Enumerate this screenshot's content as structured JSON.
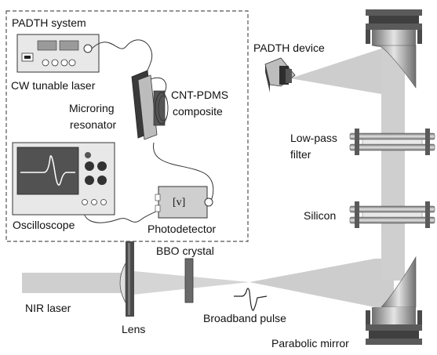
{
  "labels": {
    "padth_system": "PADTH system",
    "cw_laser": "CW tunable laser",
    "microring_1": "Microring",
    "microring_2": "resonator",
    "cnt_1": "CNT-PDMS",
    "cnt_2": "composite",
    "oscilloscope": "Oscilloscope",
    "photodetector": "Photodetector",
    "pd_symbol": "[v]",
    "padth_device": "PADTH device",
    "lowpass_1": "Low-pass",
    "lowpass_2": "filter",
    "silicon": "Silicon",
    "bbo": "BBO crystal",
    "nir": "NIR laser",
    "lens": "Lens",
    "broadband": "Broadband pulse",
    "parabolic": "Parabolic mirror"
  },
  "colors": {
    "beam": "#cfcfcf",
    "metal_dark": "#4a4a4a",
    "metal_mid": "#8a8a8a",
    "metal_light": "#d2d2d2",
    "panel": "#e6e6e6",
    "dashed": "#555555"
  }
}
